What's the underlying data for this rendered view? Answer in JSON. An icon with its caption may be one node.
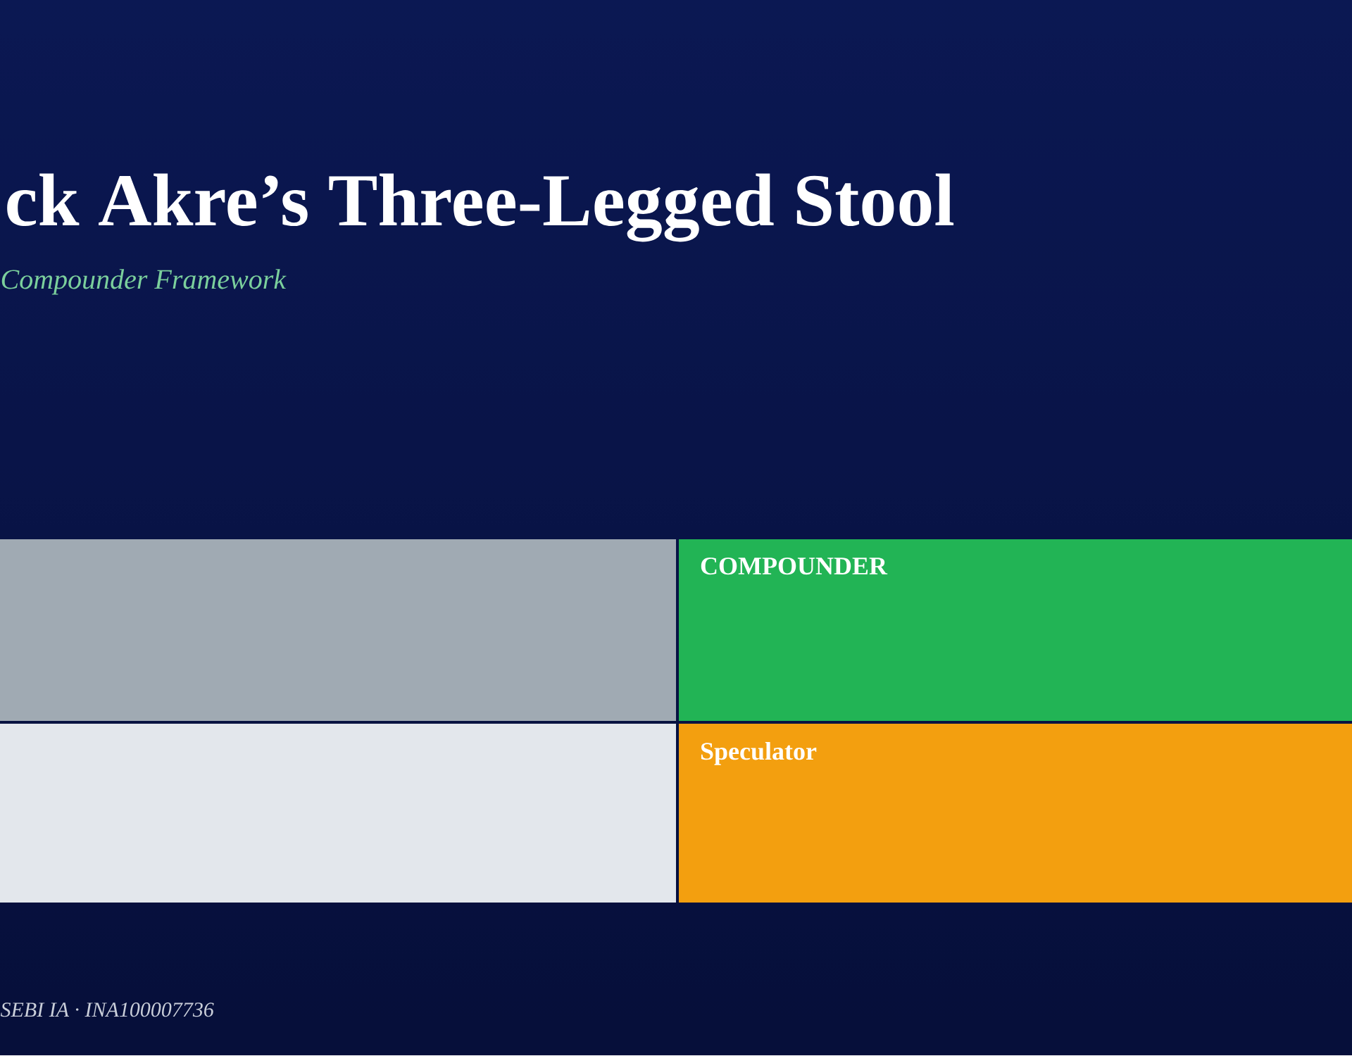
{
  "diagram": {
    "title": "ck Akre’s Three-Legged Stool",
    "nodes": [
      {
        "text": [],
        "shape": "box"
      },
      {
        "text": [
          "COMPOUNDER"
        ]
      },
      {
        "text": [],
        "shape": "box"
      },
      {
        "text": [
          "Speculator"
        ]
      }
    ],
    "labels": [
      "Compounder Framework",
      "SEBI IA · INA100007736"
    ]
  }
}
